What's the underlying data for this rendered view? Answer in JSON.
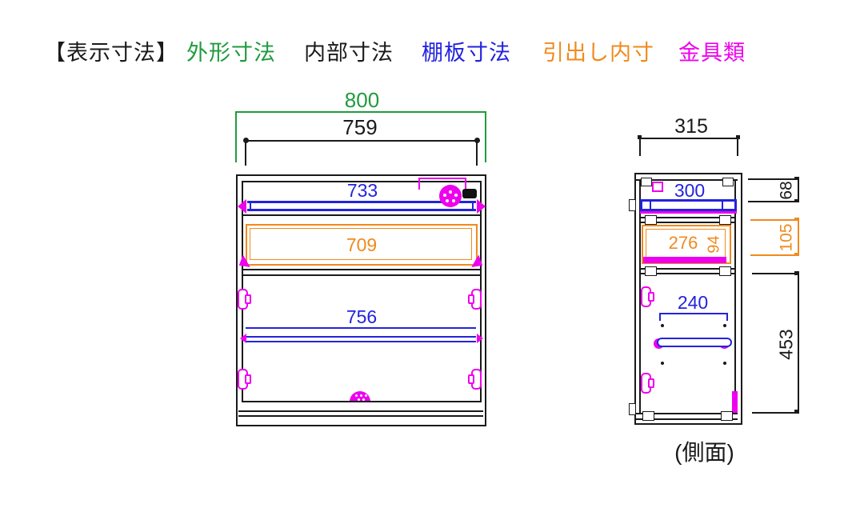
{
  "title_legend": {
    "prefix": "【表示寸法】",
    "items": [
      {
        "label": "外形寸法",
        "color": "#1f9b3d"
      },
      {
        "label": "内部寸法",
        "color": "#1a1a1a"
      },
      {
        "label": "棚板寸法",
        "color": "#2323dd"
      },
      {
        "label": "引出し内寸",
        "color": "#f08a1e"
      },
      {
        "label": "金具類",
        "color": "#ee00ee"
      }
    ]
  },
  "front_view": {
    "outer_width": "800",
    "inner_width": "759",
    "top_shelf_width": "733",
    "drawer_inner_width": "709",
    "bottom_shelf_width": "756"
  },
  "side_view": {
    "caption": "(側面)",
    "outer_depth": "315",
    "top_shelf_depth": "300",
    "drawer_inner_depth": "276",
    "drawer_inner_height": "94",
    "top_section_height": "68",
    "drawer_section_height": "105",
    "bottom_shelf_depth": "240",
    "lower_section_height": "453"
  },
  "colors": {
    "outline": "#1a1a1a",
    "outer_dim_green": "#1f9b3d",
    "inner_dim_black": "#1a1a1a",
    "shelf_dim_blue": "#2323dd",
    "drawer_dim_orange": "#f08a1e",
    "hardware_magenta": "#ee00ee"
  }
}
